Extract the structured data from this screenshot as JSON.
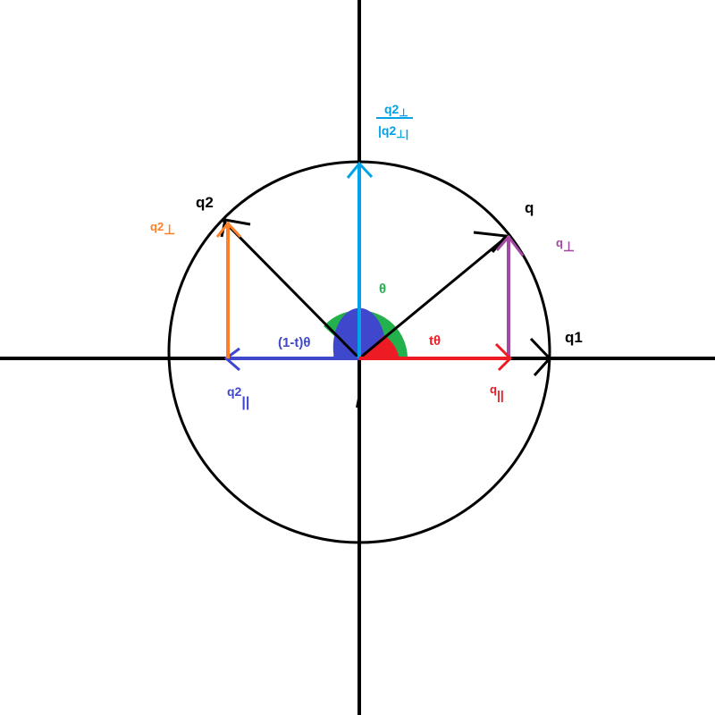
{
  "colors": {
    "axis": "#000000",
    "q2_perp": "#ff7f27",
    "q2_parallel": "#3f48cc",
    "q2_perp_unit": "#00a2e8",
    "q_perp": "#a349a4",
    "q_parallel": "#ed1c24",
    "theta_arc": "#22b14c",
    "one_minus_t_theta_arc": "#3f48cc",
    "t_theta_arc": "#ed1c24"
  },
  "labels": {
    "q1": "q1",
    "q2": "q2",
    "q": "q",
    "q2_perp_main": "q2",
    "q2_perp_sub": "⊥",
    "q2_par_main": "q2",
    "q2_par_sub": "||",
    "q_perp_main": "q",
    "q_perp_sub": "⊥",
    "q_par_main": "q",
    "q_par_sub": "||",
    "unit_num_main": "q2",
    "unit_num_sub": "⊥",
    "unit_den_main": "|q2",
    "unit_den_sub": "⊥|",
    "theta": "θ",
    "one_minus_t_theta": "(1-t)θ",
    "t_theta": "tθ"
  }
}
